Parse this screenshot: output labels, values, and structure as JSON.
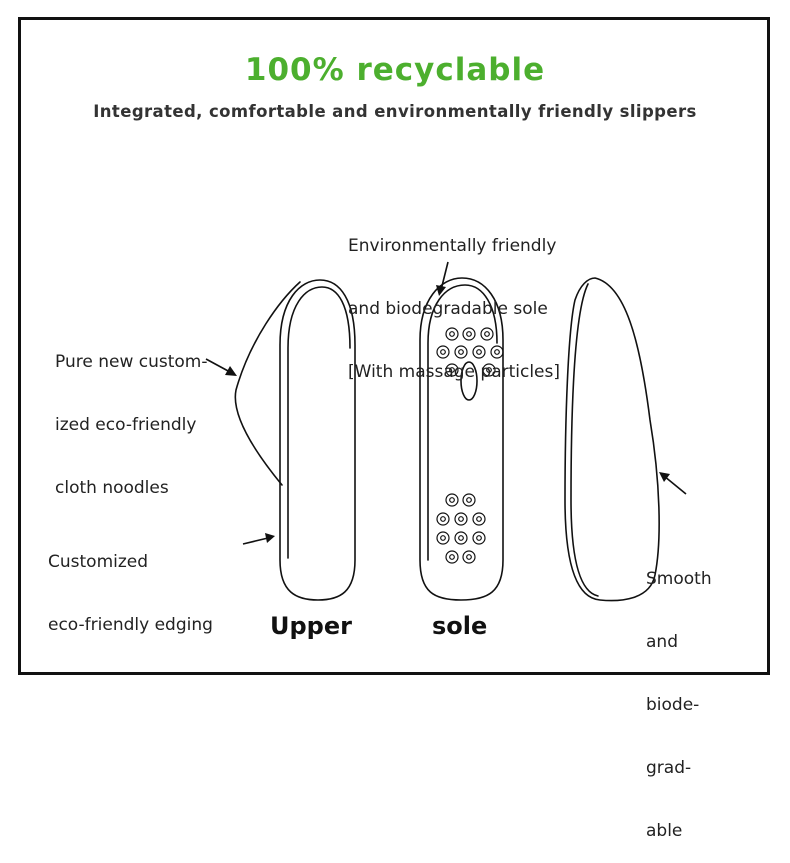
{
  "heading": {
    "title": "100% recyclable",
    "subtitle": "Integrated, comfortable and environmentally friendly slippers"
  },
  "colors": {
    "title": "#4caf2e",
    "line": "#111111"
  },
  "callouts": {
    "sole_top": [
      "Environmentally friendly",
      "and biodegradable sole",
      "[With massage particles]"
    ],
    "cloth": [
      "Pure new custom-",
      "ized eco-friendly",
      "cloth noodles"
    ],
    "edging": [
      "Customized",
      "eco-friendly edging"
    ],
    "smooth": [
      "Smooth",
      "and",
      "biode-",
      "grad-",
      "able"
    ]
  },
  "captions": {
    "upper": "Upper",
    "sole": "sole"
  },
  "icons": [
    "arrow-icon",
    "massage-particle-icon"
  ]
}
